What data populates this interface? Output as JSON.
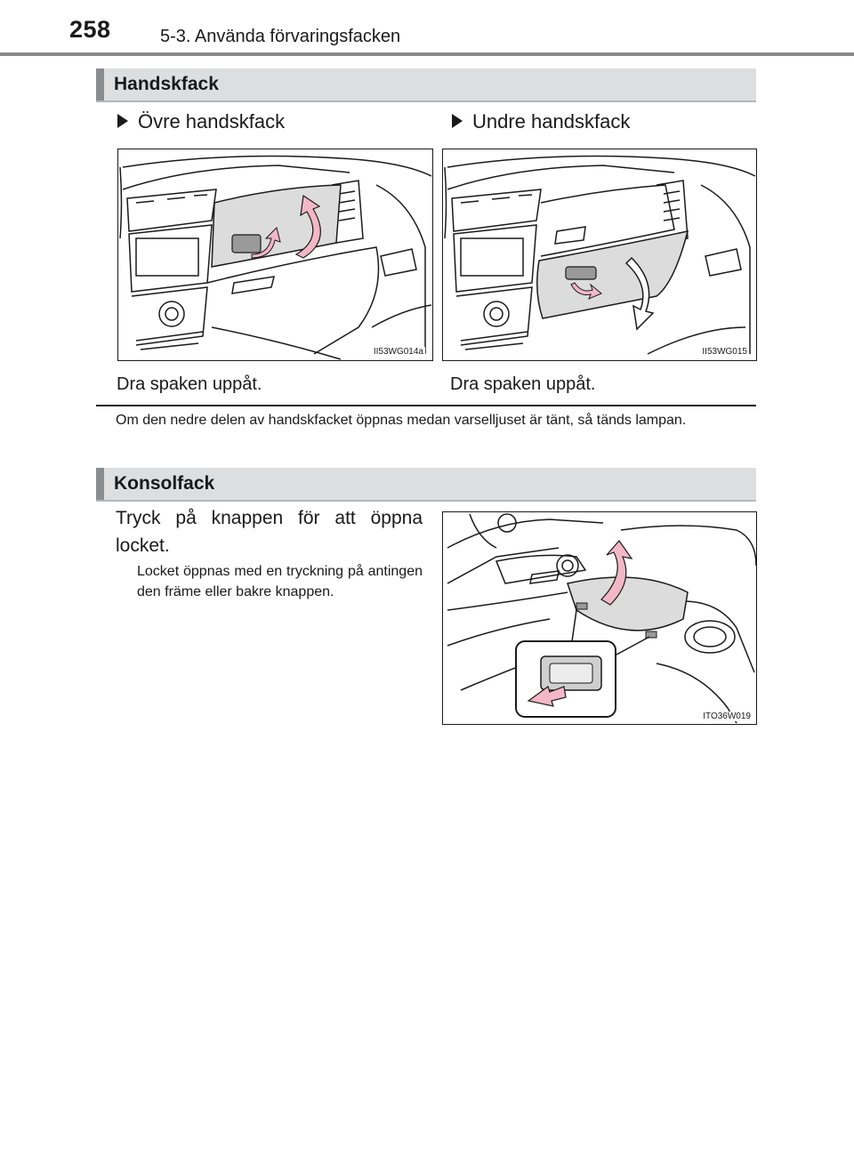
{
  "header": {
    "page_number": "258",
    "chapter": "5-3. Använda förvaringsfacken"
  },
  "glovebox": {
    "title": "Handskfack",
    "upper": {
      "heading": "Övre handskfack",
      "figure_code": "II53WG014a",
      "caption": "Dra spaken uppåt."
    },
    "lower": {
      "heading": "Undre handskfack",
      "figure_code": "II53WG015",
      "caption": "Dra spaken uppåt."
    },
    "note": "Om den nedre delen av handskfacket öppnas medan varselljuset är tänt, så tänds lampan."
  },
  "console": {
    "title": "Konsolfack",
    "instruction": "Tryck på knappen för att öppna locket.",
    "detail": "Locket öppnas med en tryckning på antingen den främe eller bakre knappen.",
    "figure_code": "ITO36W019"
  },
  "colors": {
    "section_bar": "#dcdedf",
    "section_accent": "#8a8d90",
    "arrow_pink": "#f2b7c9",
    "panel_gray": "#dcdcdc"
  }
}
